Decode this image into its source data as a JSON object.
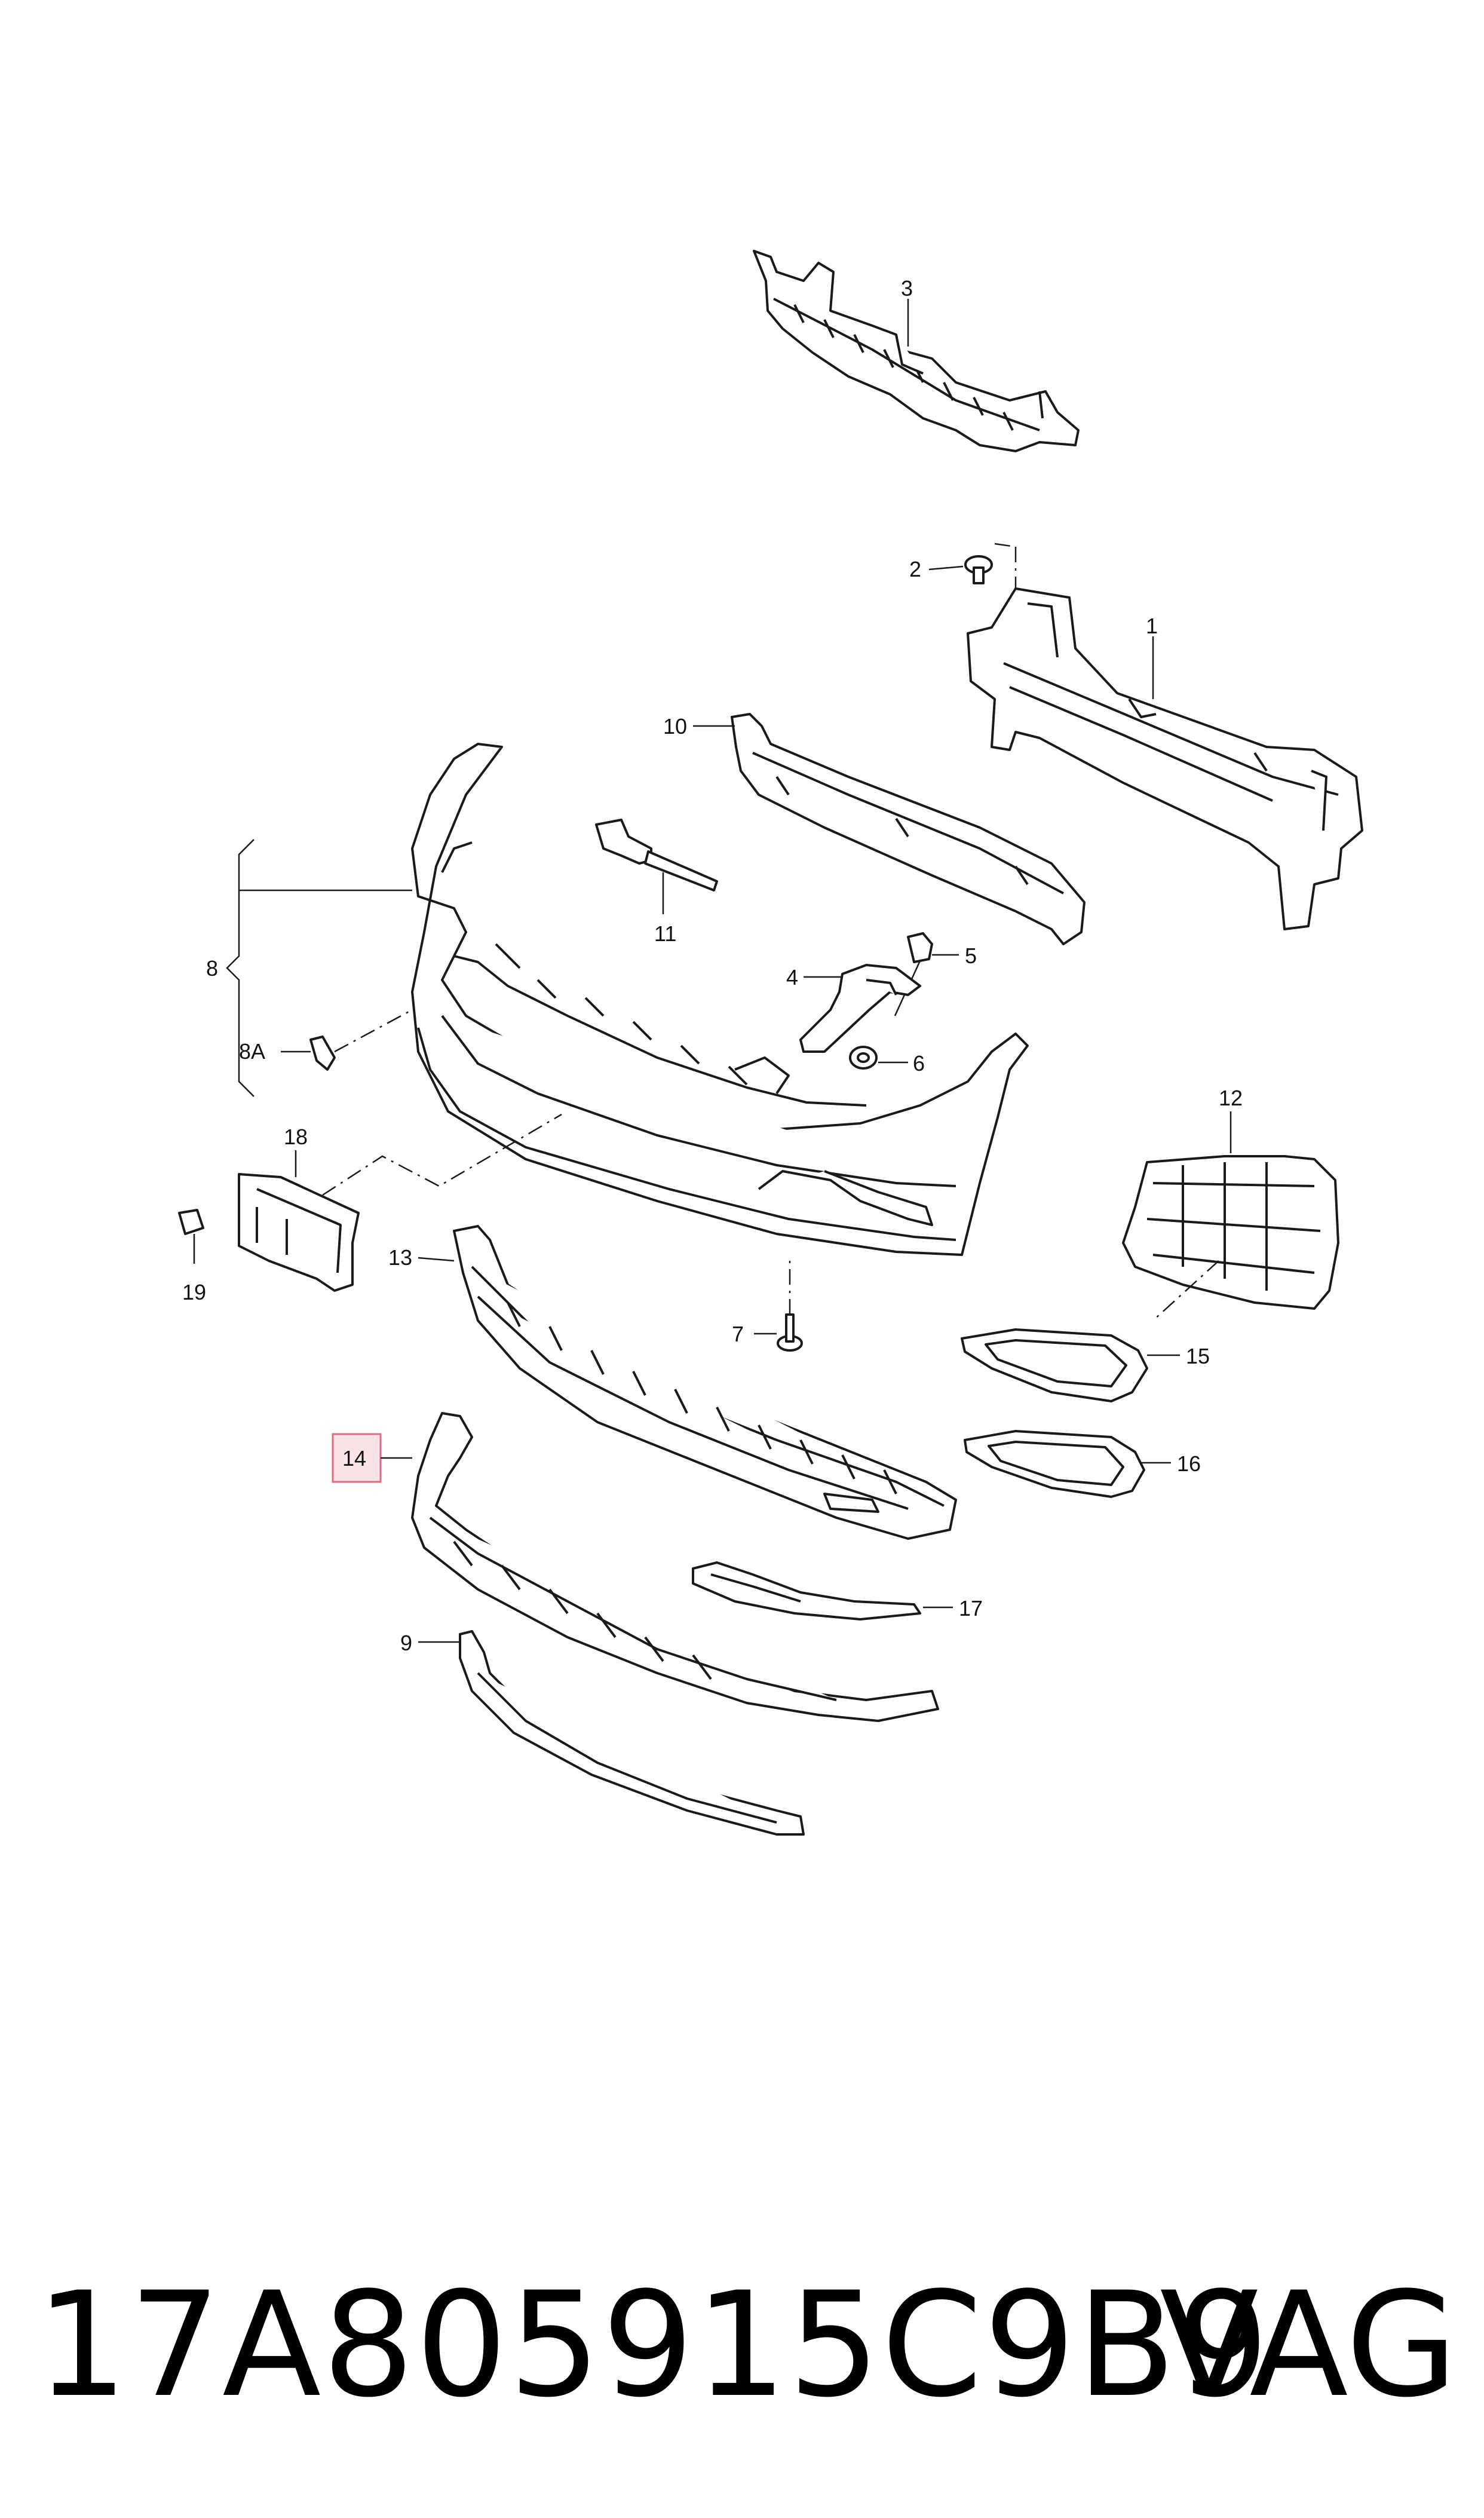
{
  "callouts": {
    "c1": "1",
    "c2": "2",
    "c3": "3",
    "c4": "4",
    "c5": "5",
    "c6": "6",
    "c7": "7",
    "c8": "8",
    "c8a": "8A",
    "c9": "9",
    "c10": "10",
    "c11": "11",
    "c12": "12",
    "c13": "13",
    "c14": "14",
    "c15": "15",
    "c16": "16",
    "c17": "17",
    "c18": "18",
    "c19": "19"
  },
  "highlighted_callout": "14",
  "colors": {
    "line": "#1a1a1a",
    "highlight_border": "#e06a80",
    "highlight_fill": "#fbe4e8"
  },
  "footer": {
    "part_number": "17A805915C9B9",
    "brand": "VAG"
  }
}
